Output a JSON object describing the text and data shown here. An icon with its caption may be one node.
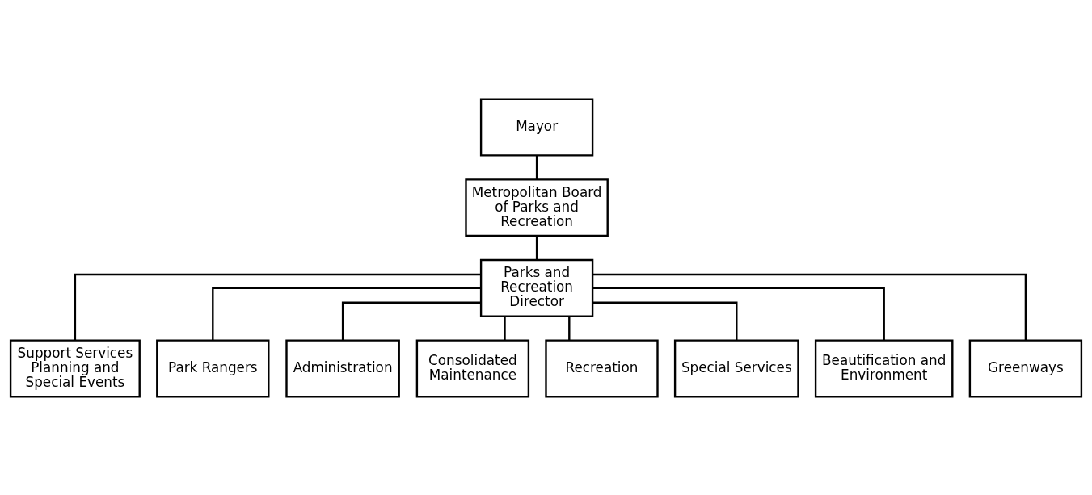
{
  "diagram": {
    "nodes": [
      {
        "text": [
          "Mayor"
        ]
      },
      {
        "text": [
          "Metropolitan Board of Parks and Recreation"
        ]
      },
      {
        "text": [
          "Parks and Recreation Director"
        ]
      },
      {
        "text": [
          "Support Services Planning and Special Events"
        ]
      },
      {
        "text": [
          "Park Rangers"
        ]
      },
      {
        "text": [
          "Administration"
        ]
      },
      {
        "text": [
          "Consolidated Maintenance"
        ]
      },
      {
        "text": [
          "Recreation"
        ]
      },
      {
        "text": [
          "Special Services"
        ]
      },
      {
        "text": [
          "Beautification and Environment"
        ]
      },
      {
        "text": [
          "Greenways"
        ]
      }
    ],
    "edges": [
      {
        "from": 0,
        "to": 1,
        "arrow": "none"
      },
      {
        "from": 1,
        "to": 2,
        "arrow": "none"
      },
      {
        "from": 2,
        "to": 3,
        "arrow": "none"
      },
      {
        "from": 2,
        "to": 4,
        "arrow": "none"
      },
      {
        "from": 2,
        "to": 5,
        "arrow": "none"
      },
      {
        "from": 2,
        "to": 6,
        "arrow": "none"
      },
      {
        "from": 2,
        "to": 7,
        "arrow": "none"
      },
      {
        "from": 2,
        "to": 8,
        "arrow": "none"
      },
      {
        "from": 2,
        "to": 9,
        "arrow": "none"
      },
      {
        "from": 2,
        "to": 10,
        "arrow": "none"
      }
    ]
  }
}
